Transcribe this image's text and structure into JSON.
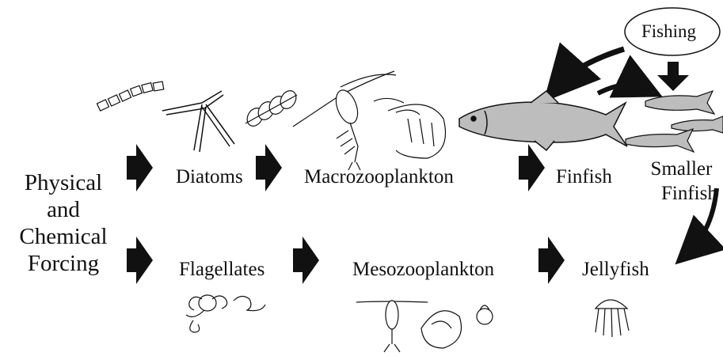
{
  "driver": {
    "line1": "Physical",
    "line2": "and",
    "line3": "Chemical",
    "line4": "Forcing"
  },
  "external": {
    "fishing": "Fishing"
  },
  "upper_chain": {
    "diatoms": "Diatoms",
    "macrozooplankton": "Macrozooplankton",
    "finfish": "Finfish",
    "smaller_finfish_1": "Smaller",
    "smaller_finfish_2": "Finfish"
  },
  "lower_chain": {
    "flagellates": "Flagellates",
    "mesozooplankton": "Mesozooplankton",
    "jellyfish": "Jellyfish"
  }
}
